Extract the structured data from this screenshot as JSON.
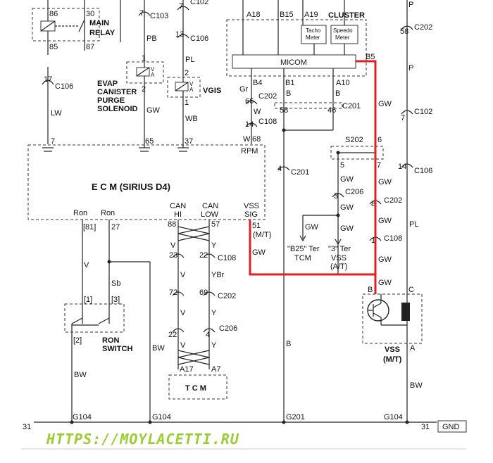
{
  "main_relay": {
    "label_line1": "MAIN",
    "label_line2": "RELAY",
    "pin_86": "86",
    "pin_30": "30",
    "pin_85": "85",
    "pin_87": "87"
  },
  "evap": {
    "line1": "EVAP",
    "line2": "CANISTER",
    "line3": "PURGE",
    "line4": "SOLENOID",
    "pin1": "1",
    "pin2": "2"
  },
  "vgis": {
    "label": "VGIS",
    "pin1": "1",
    "pin2": "2"
  },
  "cluster": {
    "label": "CLUSTER",
    "micom": "MICOM",
    "tacho_line1": "Tacho",
    "tacho_line2": "Meter",
    "speedo_line1": "Speedo",
    "speedo_line2": "Meter",
    "a18": "A18",
    "b15": "B15",
    "a19": "A19",
    "b5": "B5",
    "b4": "B4",
    "b1": "B1",
    "a10": "A10"
  },
  "ecm": {
    "label": "E C M (SIRIUS D4)",
    "ron1": "Ron",
    "ron2": "Ron",
    "pin_81": "[81]",
    "pin_27": "27",
    "can_hi1": "CAN",
    "can_hi2": "HI",
    "can_lo1": "CAN",
    "can_lo2": "LOW",
    "pin_88": "88",
    "pin_57": "57",
    "vss1": "VSS",
    "vss2": "SIG",
    "pin_51": "51",
    "mt": "(M/T)",
    "rpm": "RPM",
    "pin_65": "65",
    "pin_37": "37",
    "pin_68": "68",
    "pin_7": "7"
  },
  "ron_switch": {
    "line1": "RON",
    "line2": "SWITCH",
    "p1": "[1]",
    "p2": "[2]",
    "p3": "[3]"
  },
  "tcm": {
    "label": "T C M",
    "a17": "A17",
    "a7": "A7"
  },
  "vss": {
    "line1": "VSS",
    "line2": "(M/T)",
    "b": "B",
    "c": "C",
    "a": "A"
  },
  "connectors": {
    "c103": "C103",
    "c102_top": "C102",
    "c106_a": "C106",
    "c106_b": "C106",
    "c106_c": "C106",
    "c202_a": "C202",
    "c202_b": "C202",
    "c202_c": "C202",
    "c202_d": "C202",
    "c108_a": "C108",
    "c108_b": "C108",
    "c108_c": "C108",
    "c201_a": "C201",
    "c201_b": "C201",
    "c102_mid": "C102",
    "c206_a": "C206",
    "c206_b": "C206",
    "s202": "S202"
  },
  "pins": {
    "p7a": "7",
    "p7b": "7",
    "p13": "13",
    "p17": "17",
    "p58a": "58",
    "p58b": "58",
    "p46": "46",
    "p66": "66",
    "p14a": "14",
    "p14b": "14",
    "p4": "4",
    "p5": "5",
    "p6": "6",
    "p7c": "7",
    "p7d": "7",
    "p3": "3",
    "p23": "23",
    "p22a": "22",
    "p22b": "22",
    "p72": "72",
    "p69": "69",
    "p4b": "4",
    "p8": "8",
    "p1": "1"
  },
  "wires": {
    "pb": "PB",
    "pl": "PL",
    "gw1": "GW",
    "wb": "WB",
    "lw": "LW",
    "gr": "Gr",
    "w1": "W",
    "w2": "W",
    "b1": "B",
    "b2": "B",
    "b3": "B",
    "gw2": "GW",
    "gw3": "GW",
    "gw4": "GW",
    "gw5": "GW",
    "gw6": "GW",
    "gw7": "GW",
    "gw8": "GW",
    "gw9": "GW",
    "gw10": "GW",
    "p_a": "P",
    "p_b": "P",
    "pl2": "PL",
    "v1": "V",
    "sb": "Sb",
    "bw1": "BW",
    "bw2": "BW",
    "bw3": "BW",
    "v2": "V",
    "y1": "Y",
    "v3": "V",
    "ybr": "YBr",
    "v4": "V",
    "y2": "Y",
    "v5": "V",
    "y3": "Y"
  },
  "refs": {
    "b25_line1": "\"B25\" Ter",
    "b25_line2": "TCM",
    "t3_line1": "\"3\" Ter",
    "t3_line2": "VSS",
    "t3_line3": "(A/T)"
  },
  "grounds": {
    "g104a": "G104",
    "g104b": "G104",
    "g201": "G201",
    "g104c": "G104",
    "n31a": "31",
    "n31b": "31",
    "gnd": "GND"
  },
  "watermark": "HTTPS://MOYLACETTI.RU",
  "colors": {
    "highlight": "#e02020",
    "watermark": "#9acd32"
  }
}
